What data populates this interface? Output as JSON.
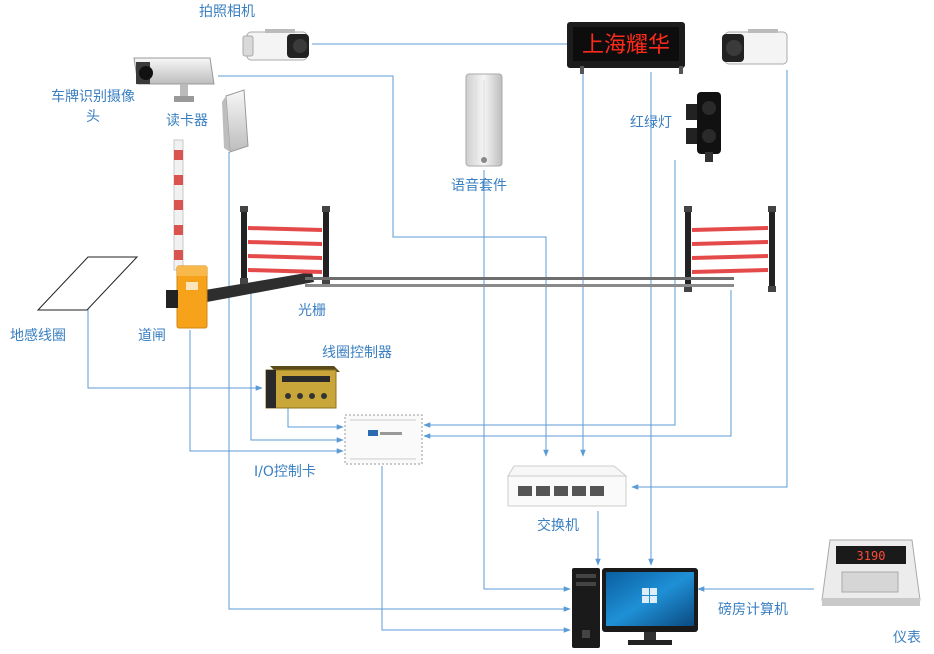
{
  "labels": {
    "capture_camera": "拍照相机",
    "plate_camera": "车牌识别摄像头",
    "card_reader": "读卡器",
    "led_sign_text": "上海耀华",
    "voice_kit": "语音套件",
    "traffic_light": "红绿灯",
    "light_curtain": "光栅",
    "ground_loop": "地感线圈",
    "barrier_gate": "道闸",
    "loop_controller": "线圈控制器",
    "io_card": "I/O控制卡",
    "switch": "交换机",
    "weighroom_pc": "磅房计算机",
    "meter": "仪表",
    "meter_display": "3190"
  },
  "colors": {
    "label": "#3a7fc1",
    "connector": "#5b9bd5",
    "led_text": "#ff2a1a",
    "gate_orange": "#f6a31b"
  }
}
